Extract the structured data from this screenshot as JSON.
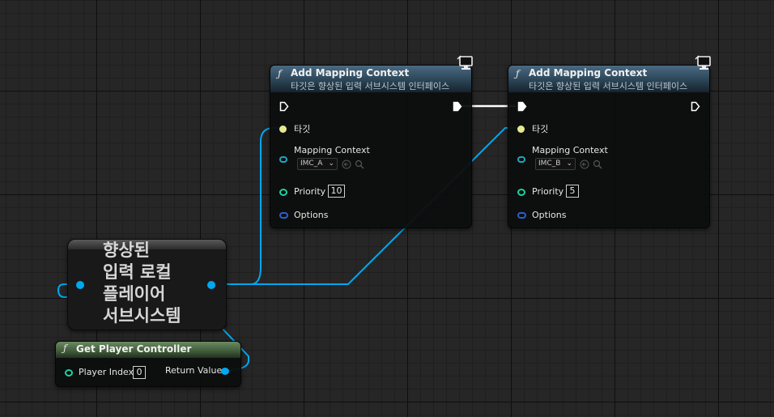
{
  "nodes": {
    "amc_a": {
      "fn_glyph": "ƒ",
      "title": "Add Mapping Context",
      "subtitle": "타깃은 향상된 입력 서브시스템 인터페이스",
      "target_label": "타깃",
      "mapping_context_label": "Mapping Context",
      "mapping_context_value": "IMC_A",
      "priority_label": "Priority",
      "priority_value": "10",
      "options_label": "Options"
    },
    "amc_b": {
      "fn_glyph": "ƒ",
      "title": "Add Mapping Context",
      "subtitle": "타깃은 향상된 입력 서브시스템 인터페이스",
      "target_label": "타깃",
      "mapping_context_label": "Mapping Context",
      "mapping_context_value": "IMC_B",
      "priority_label": "Priority",
      "priority_value": "5",
      "options_label": "Options"
    },
    "subsystem": {
      "title": "향상된\n입력 로컬\n플레이어\n서브시스템"
    },
    "get_player_controller": {
      "fn_glyph": "ƒ",
      "title": "Get Player Controller",
      "player_index_label": "Player Index",
      "player_index_value": "0",
      "return_value_label": "Return Value"
    }
  },
  "icons": {
    "dropdown": "chevron-down-icon",
    "browse": "arrow-left-circle-icon",
    "search": "search-icon",
    "client_only": "monitor-icon"
  },
  "colors": {
    "object_pin": "#00a8f0",
    "exec_pin": "#ffffff",
    "target_pin": "#e8e890",
    "struct_pin": "#1fa6c0",
    "int_pin": "#1ed2a0"
  }
}
